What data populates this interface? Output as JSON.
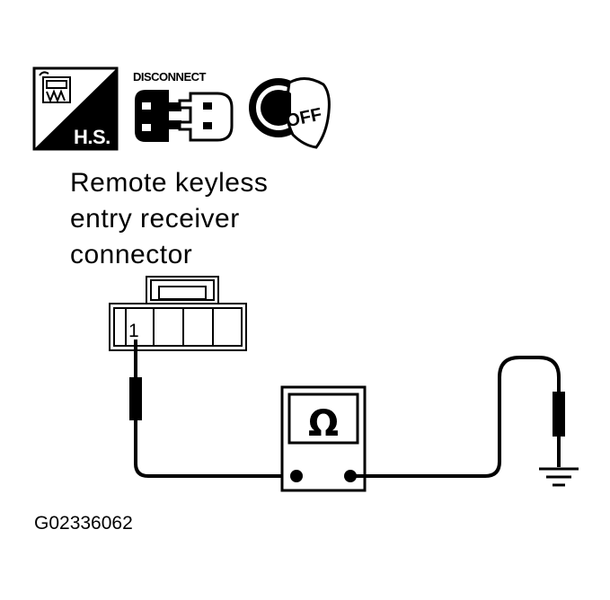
{
  "icons": {
    "hs_label": "H.S.",
    "disconnect_label": "DISCONNECT",
    "key_label": "OFF",
    "hs_icon": "hand-tool-hs-icon",
    "disconnect_icon": "disconnect-connector-icon",
    "key_icon": "ignition-key-off-icon"
  },
  "connector": {
    "label_lines": [
      "Remote keyless",
      "entry receiver",
      "connector"
    ],
    "terminal": "1"
  },
  "meter": {
    "symbol": "Ω",
    "icon": "ohmmeter-icon"
  },
  "ground_icon": "ground-symbol-icon",
  "figure_code": "G02336062",
  "colors": {
    "ink": "#000000",
    "paper": "#ffffff"
  }
}
